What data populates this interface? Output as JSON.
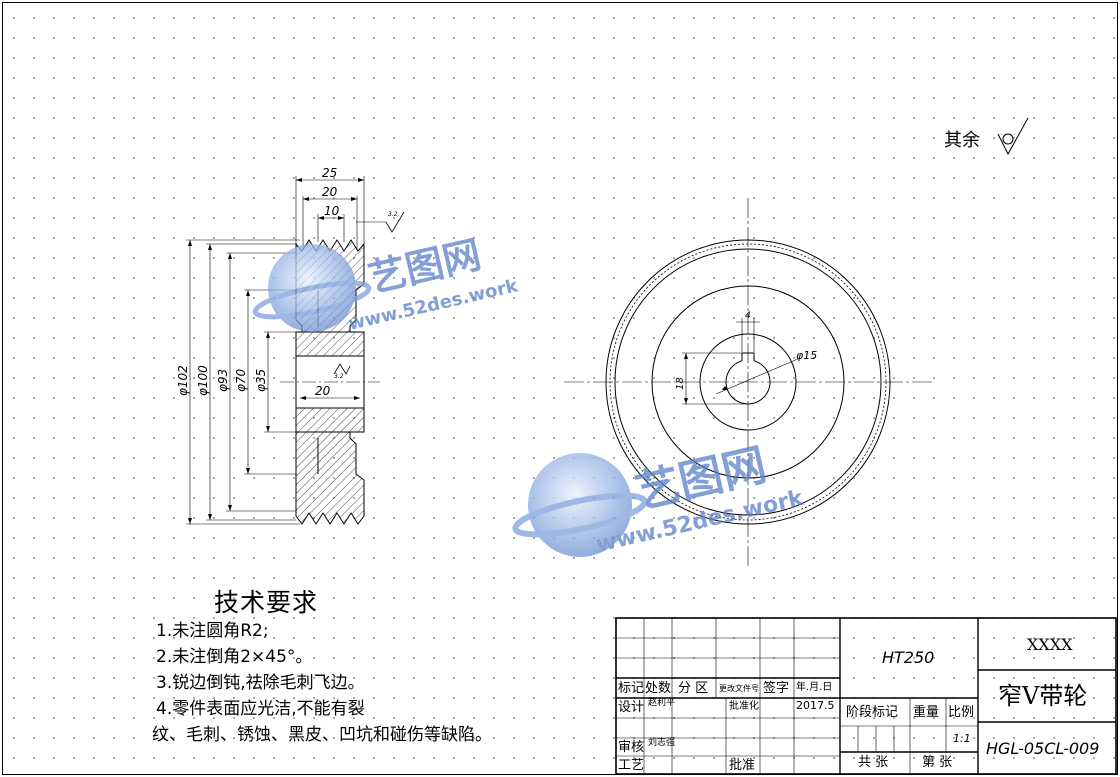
{
  "drawing": {
    "roughness_note": "其余",
    "dimensions_section": {
      "width_25": "25",
      "width_20": "20",
      "width_10": "10",
      "dia_102": "φ102",
      "dia_100": "φ100",
      "dia_93": "φ93",
      "dia_70": "φ70",
      "dia_35": "φ35",
      "bore_20": "20",
      "roughness_top": "3.2",
      "roughness_bore": "3.2"
    },
    "dimensions_front": {
      "keyway_4": "4",
      "keyway_18": "18",
      "dia_15": "φ15"
    }
  },
  "tech_requirements": {
    "title": "技术要求",
    "notes": [
      "1.未注圆角R2;",
      "2.未注倒角2×45°。",
      "3.锐边倒钝,祛除毛刺飞边。",
      "4.零件表面应光洁,不能有裂",
      "纹、毛刺、锈蚀、黑皮、凹坑和碰伤等缺陷。"
    ]
  },
  "title_block": {
    "material": "HT250",
    "company": "XXXX",
    "part_name": "窄V带轮",
    "drawing_no": "HGL-05CL-009",
    "headers": {
      "mark": "标记",
      "count": "处数",
      "zone": "分 区",
      "doc_no": "更改文件号",
      "sign": "签字",
      "date": "年.月.日"
    },
    "design_label": "设计",
    "designer": "赵利平",
    "standardize_label": "批准化",
    "design_date": "2017.5",
    "review_label": "审核",
    "reviewer": "刘志强",
    "process_label": "工艺",
    "approve_label": "批准",
    "stage_label": "阶段标记",
    "weight_label": "重量",
    "scale_label": "比例",
    "scale": "1:1",
    "total_sheets": "共 张",
    "sheet_no": "第 张"
  },
  "watermark": {
    "brand": "艺图网",
    "url": "www.52des.work"
  }
}
